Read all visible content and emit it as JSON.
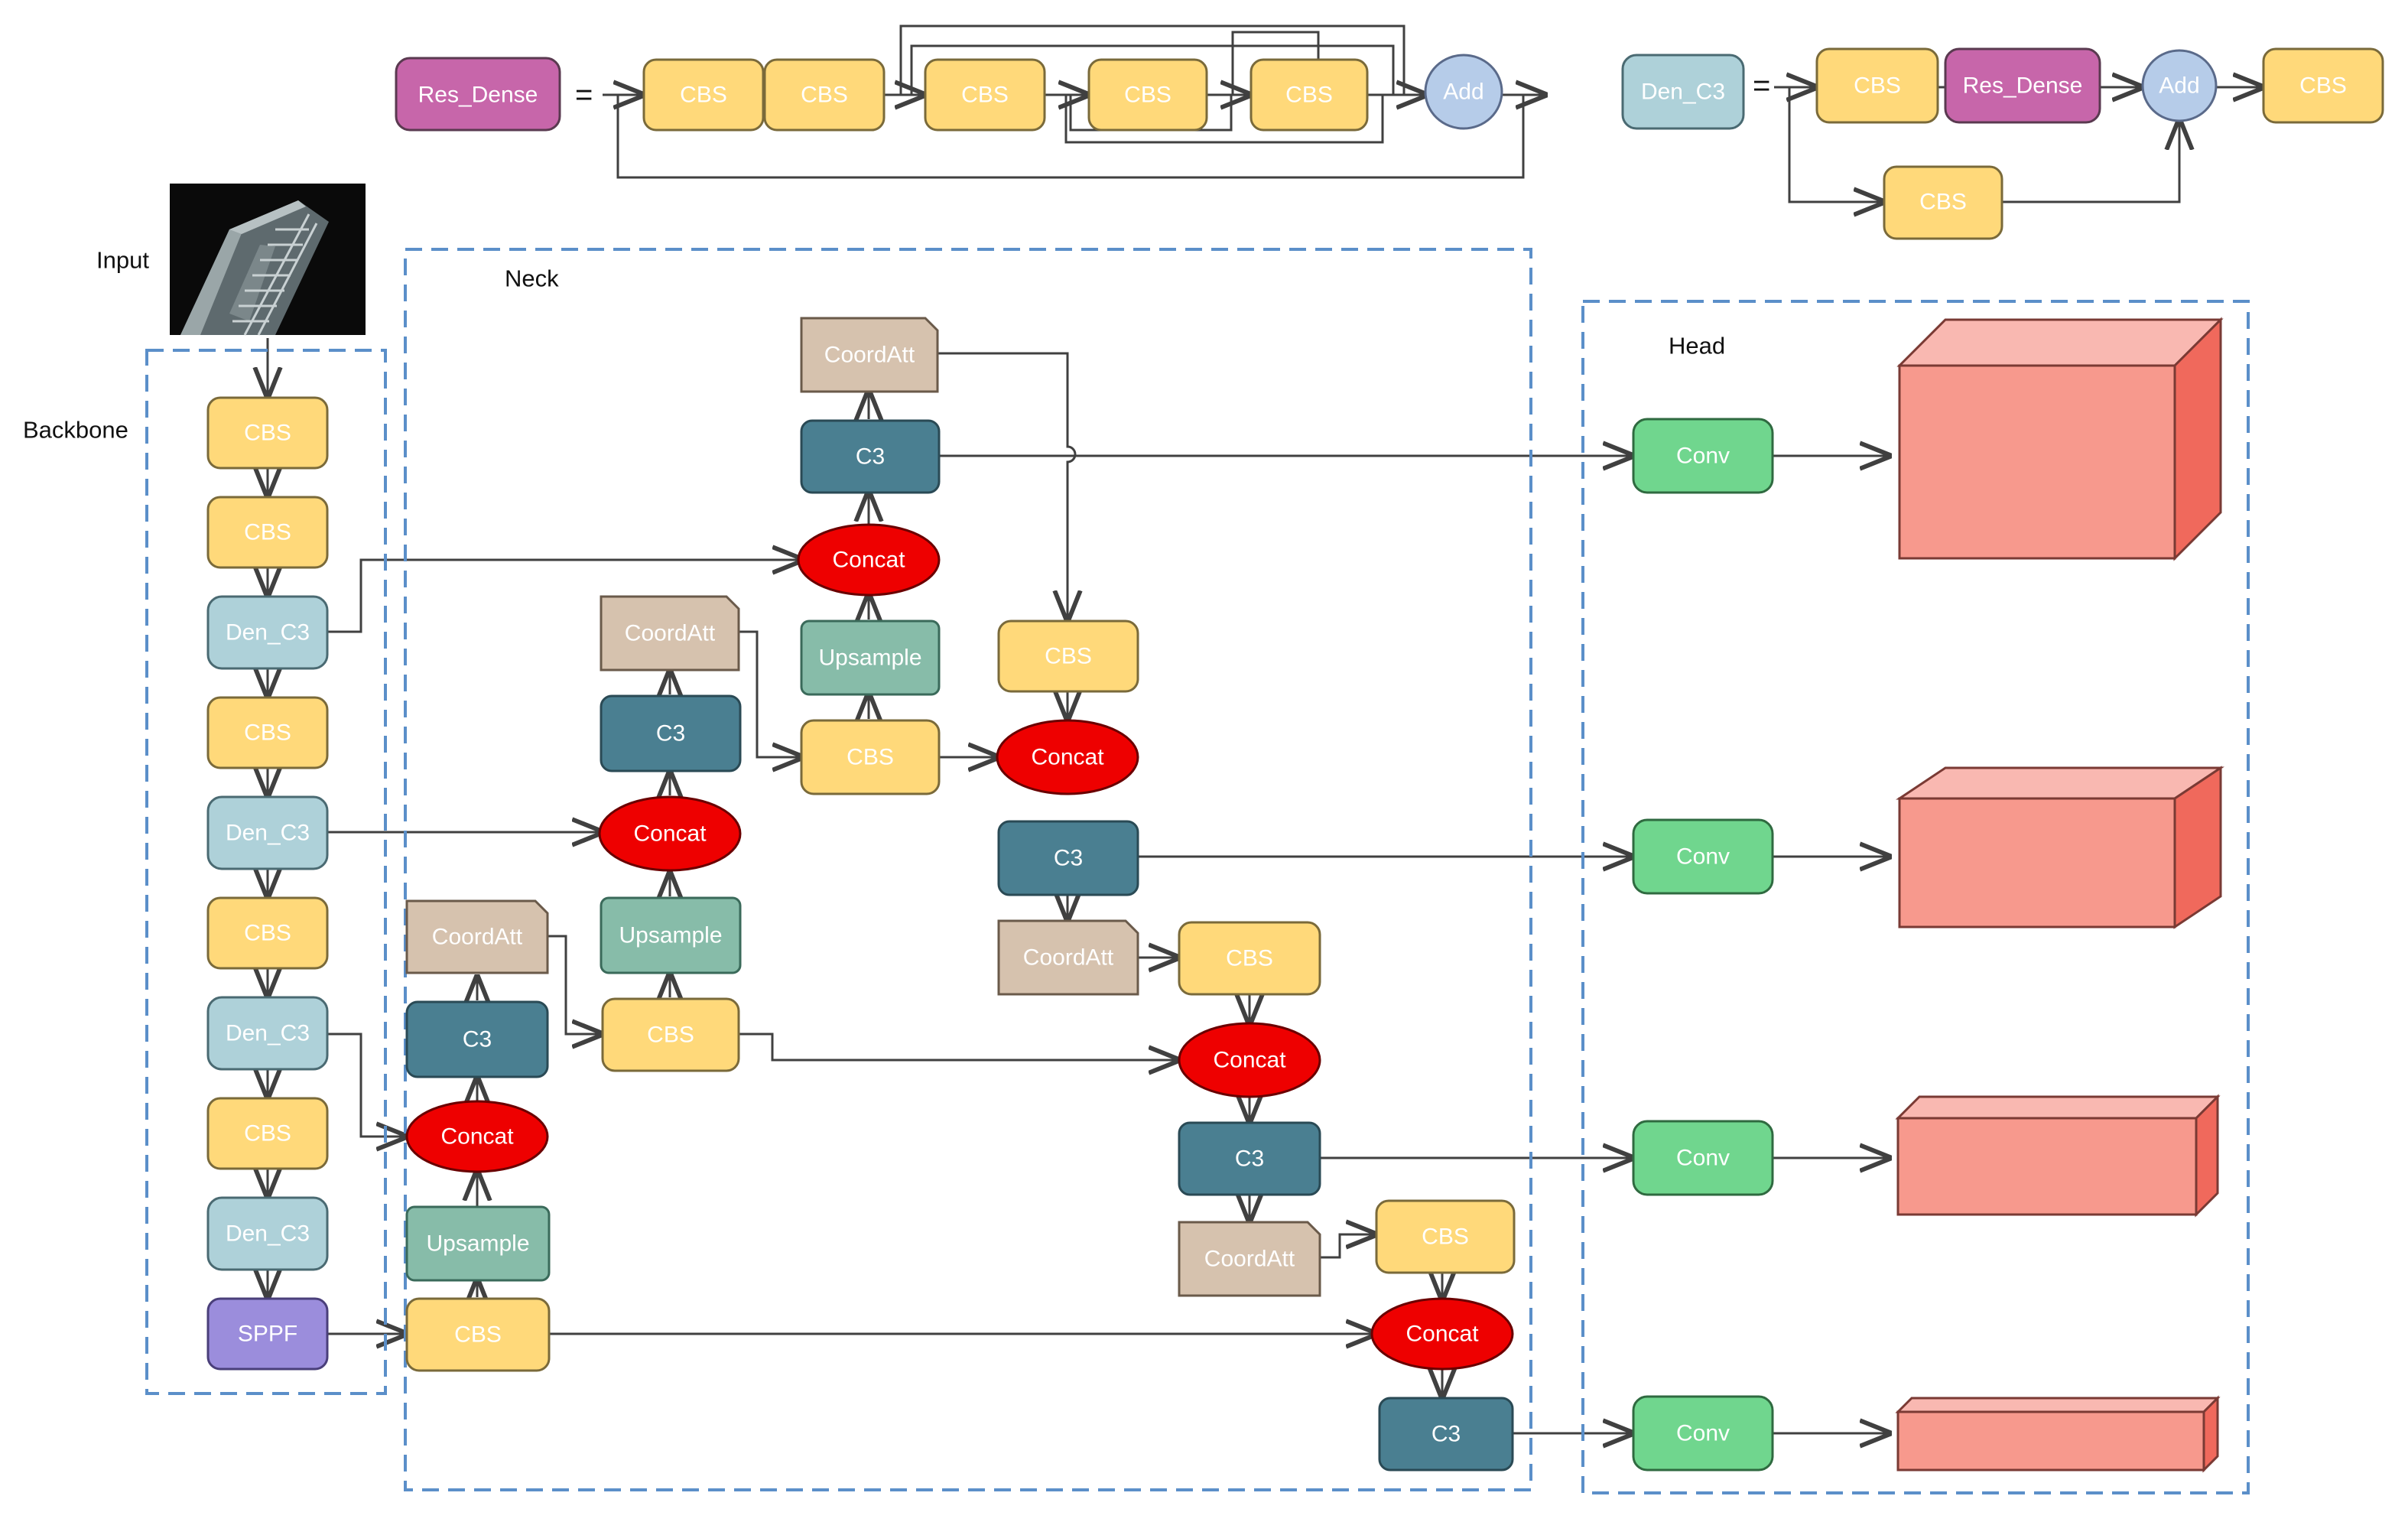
{
  "colors": {
    "cbs": "#ffd97a",
    "den_c3": "#aed1d9",
    "res_dense": "#c766aa",
    "sppf": "#9b8ddc",
    "c3": "#4a7f91",
    "upsample": "#87bca9",
    "coordatt": "#d6c2ae",
    "concat": "#ee0000",
    "add": "#b6cce9",
    "conv": "#70d68e",
    "box_front": "#f7998d",
    "box_top": "#f9b8b1",
    "box_side": "#f0695c",
    "frame": "#5b8fc9"
  },
  "legend": {
    "res_dense": "Res_Dense",
    "den_c3": "Den_C3",
    "equals": "=",
    "cbs": "CBS",
    "add": "Add"
  },
  "sections": {
    "input": "Input",
    "backbone": "Backbone",
    "neck": "Neck",
    "head": "Head"
  },
  "backbone": [
    "CBS",
    "CBS",
    "Den_C3",
    "CBS",
    "Den_C3",
    "CBS",
    "Den_C3",
    "CBS",
    "Den_C3",
    "SPPF"
  ],
  "neck": {
    "cbs": "CBS",
    "c3": "C3",
    "concat": "Concat",
    "upsample": "Upsample",
    "coordatt": "CoordAtt"
  },
  "head": {
    "conv": "Conv"
  }
}
